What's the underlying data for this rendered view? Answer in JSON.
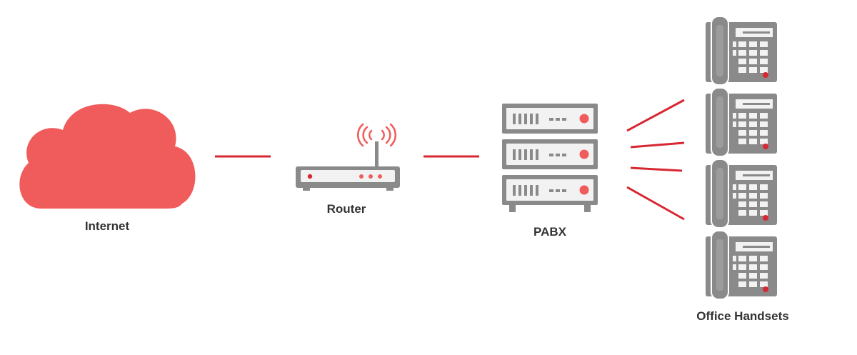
{
  "labels": {
    "internet": "Internet",
    "router": "Router",
    "pabx": "PABX",
    "handsets": "Office Handsets"
  },
  "icons": {
    "cloud": "cloud-icon",
    "router": "router-icon",
    "wifi": "wifi-signal-icon",
    "server": "server-rack-icon",
    "phone": "desk-phone-icon"
  },
  "colors": {
    "accent": "#f05c5c",
    "link": "#d72832",
    "device_gray": "#8a8a8a",
    "device_light": "#f2f2f2",
    "text": "#333333"
  }
}
